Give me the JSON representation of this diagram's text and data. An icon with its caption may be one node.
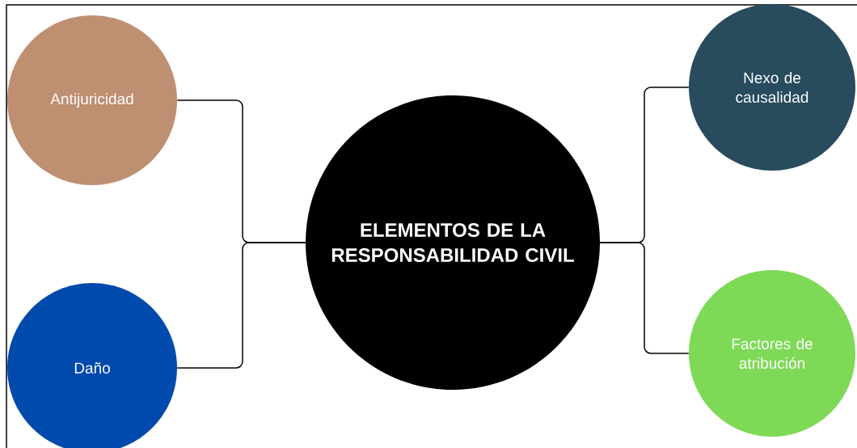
{
  "diagram": {
    "nodes": [
      {
        "text": [
          "Antijuricidad"
        ]
      },
      {
        "text": [
          "Nexo de causalidad"
        ]
      },
      {
        "text": [
          "ELEMENTOS DE LA RESPONSABILIDAD CIVIL"
        ]
      },
      {
        "text": [
          "Daño"
        ]
      },
      {
        "text": [
          "Factores de atribución"
        ]
      }
    ],
    "edges": [
      {
        "from": 2,
        "to": 0,
        "arrow": "none"
      },
      {
        "from": 2,
        "to": 1,
        "arrow": "none"
      },
      {
        "from": 2,
        "to": 3,
        "arrow": "none"
      },
      {
        "from": 2,
        "to": 4,
        "arrow": "none"
      }
    ]
  }
}
